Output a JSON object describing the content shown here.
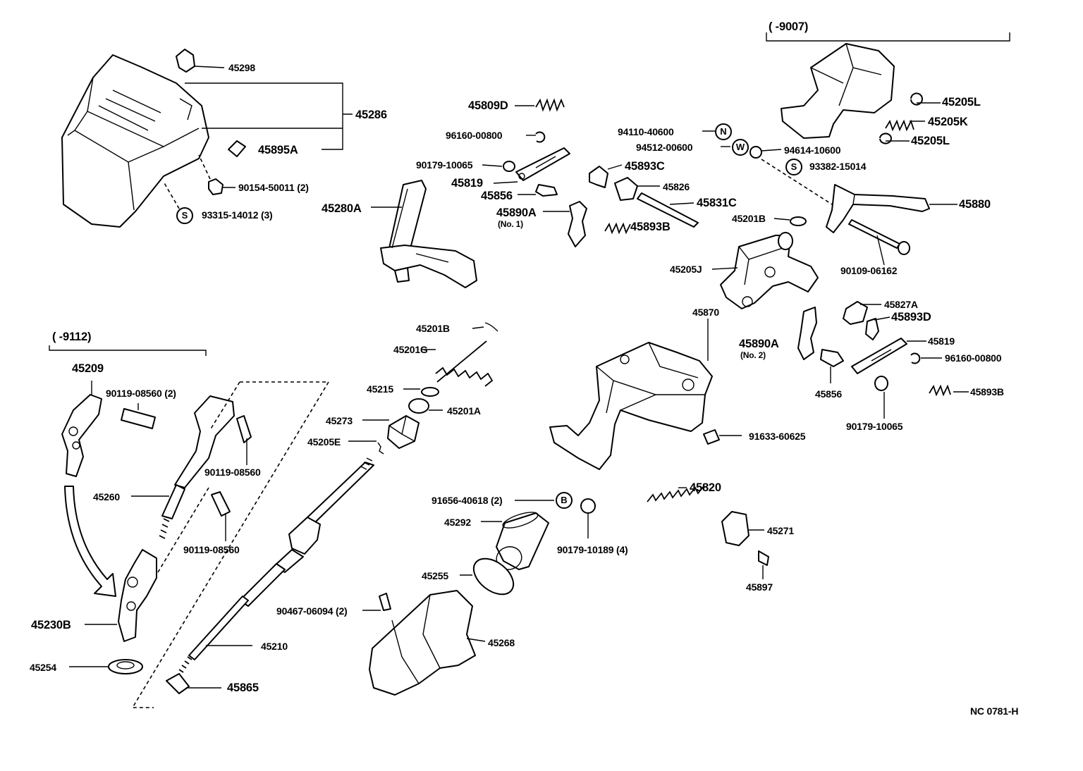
{
  "drawing_code": "NC  0781-H",
  "date_range_top": "(        -9007)",
  "date_range_left": "(       -9112)",
  "circle_symbols": {
    "n": "N",
    "w": "W",
    "s": "S",
    "b": "B"
  },
  "labels": {
    "p45298": "45298",
    "p45286": "45286",
    "p45895A": "45895A",
    "p90154": "90154-50011 (2)",
    "p93315": "93315-14012 (3)",
    "p45809D": "45809D",
    "p96160a": "96160-00800",
    "p90179a": "90179-10065",
    "p45819a": "45819",
    "p45856a": "45856",
    "p45890A1": "45890A",
    "p45890A1sub": "(No. 1)",
    "p45280A": "45280A",
    "p45893C": "45893C",
    "p45826": "45826",
    "p45831C": "45831C",
    "p45893Ba": "45893B",
    "p94110": "94110-40600",
    "p94512": "94512-00600",
    "p94614": "94614-10600",
    "p93382": "93382-15014",
    "p45201Ba": "45201B",
    "p45205La": "45205L",
    "p45205K": "45205K",
    "p45205Lb": "45205L",
    "p45880": "45880",
    "p90109": "90109-06162",
    "p45205J": "45205J",
    "p45870": "45870",
    "p45827A": "45827A",
    "p45893D": "45893D",
    "p45819b": "45819",
    "p96160b": "96160-00800",
    "p45890A2": "45890A",
    "p45890A2sub": "(No. 2)",
    "p45856b": "45856",
    "p90179b": "90179-10065",
    "p45893Bb": "45893B",
    "p45209": "45209",
    "p90119a": "90119-08560 (2)",
    "p90119b": "90119-08560",
    "p45260": "45260",
    "p90119c": "90119-08560",
    "p45230B": "45230B",
    "p45254": "45254",
    "p45201Bb": "45201B",
    "p45201G": "45201G",
    "p45215": "45215",
    "p45201A": "45201A",
    "p45273": "45273",
    "p45205E": "45205E",
    "p91633": "91633-60625",
    "p45820": "45820",
    "p91656": "91656-40618 (2)",
    "p45292": "45292",
    "p90179c": "90179-10189 (4)",
    "p45255": "45255",
    "p45271": "45271",
    "p45897": "45897",
    "p90467": "90467-06094 (2)",
    "p45268": "45268",
    "p45210": "45210",
    "p45865": "45865"
  }
}
